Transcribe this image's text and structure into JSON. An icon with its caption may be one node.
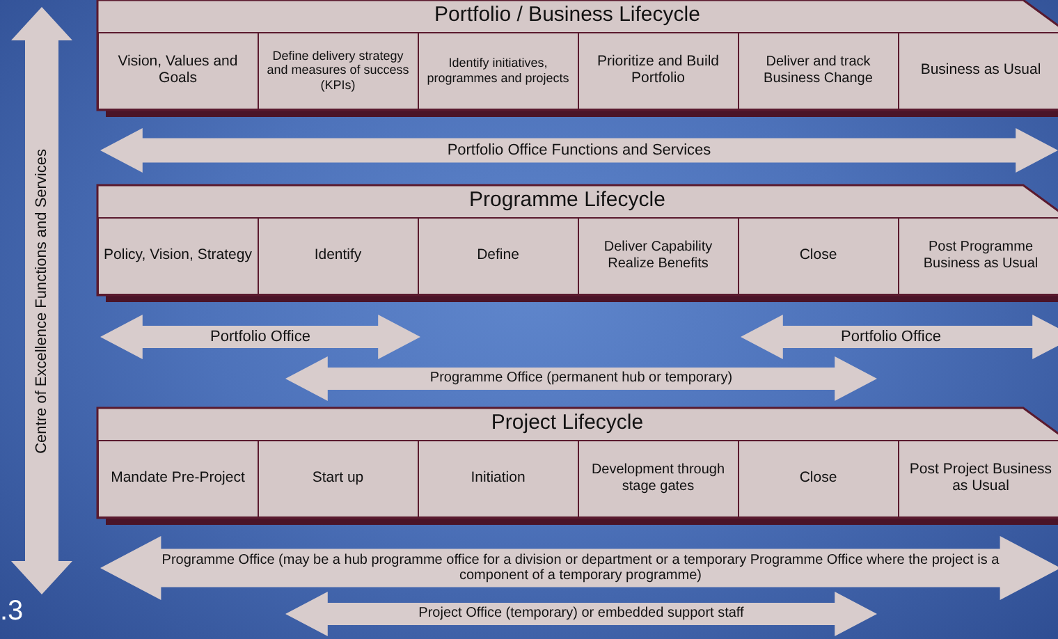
{
  "diagram": {
    "nodes": [
      {
        "text": [
          "Portfolio / Business Lifecycle"
        ]
      },
      {
        "text": [
          "Vision, Values and Goals"
        ],
        "in": 0
      },
      {
        "text": [
          "Define delivery strategy and measures of success (KPIs)"
        ],
        "in": 0
      },
      {
        "text": [
          "Identify initiatives, programmes and projects"
        ],
        "in": 0
      },
      {
        "text": [
          "Prioritize and Build Portfolio"
        ],
        "in": 0
      },
      {
        "text": [
          "Deliver and track Business Change"
        ],
        "in": 0
      },
      {
        "text": [
          "Business as Usual"
        ],
        "in": 0
      },
      {
        "text": [
          "Portfolio Office Functions and Services"
        ]
      },
      {
        "text": [
          "Programme Lifecycle"
        ]
      },
      {
        "text": [
          "Policy, Vision, Strategy"
        ],
        "in": 8
      },
      {
        "text": [
          "Identify"
        ],
        "in": 8
      },
      {
        "text": [
          "Define"
        ],
        "in": 8
      },
      {
        "text": [
          "Deliver Capability Realize Benefits"
        ],
        "in": 8
      },
      {
        "text": [
          "Close"
        ],
        "in": 8
      },
      {
        "text": [
          "Post Programme Business as Usual"
        ],
        "in": 8
      },
      {
        "text": [
          "Portfolio Office"
        ]
      },
      {
        "text": [
          "Portfolio Office"
        ]
      },
      {
        "text": [
          "Programme Office (permanent hub or temporary)"
        ]
      },
      {
        "text": [
          "Project Lifecycle"
        ]
      },
      {
        "text": [
          "Mandate Pre-Project"
        ],
        "in": 18
      },
      {
        "text": [
          "Start up"
        ],
        "in": 18
      },
      {
        "text": [
          "Initiation"
        ],
        "in": 18
      },
      {
        "text": [
          "Development through stage gates"
        ],
        "in": 18
      },
      {
        "text": [
          "Close"
        ],
        "in": 18
      },
      {
        "text": [
          "Post Project Business as Usual"
        ],
        "in": 18
      },
      {
        "text": [
          "Programme Office (may be a hub programme office for a division or department or a temporary Programme Office where the project is a component of a temporary programme)"
        ]
      },
      {
        "text": [
          "Project Office (temporary) or embedded support staff"
        ]
      },
      {
        "text": [
          "Centre of Excellence Functions and Services"
        ]
      }
    ],
    "labels": [
      ".3"
    ]
  }
}
